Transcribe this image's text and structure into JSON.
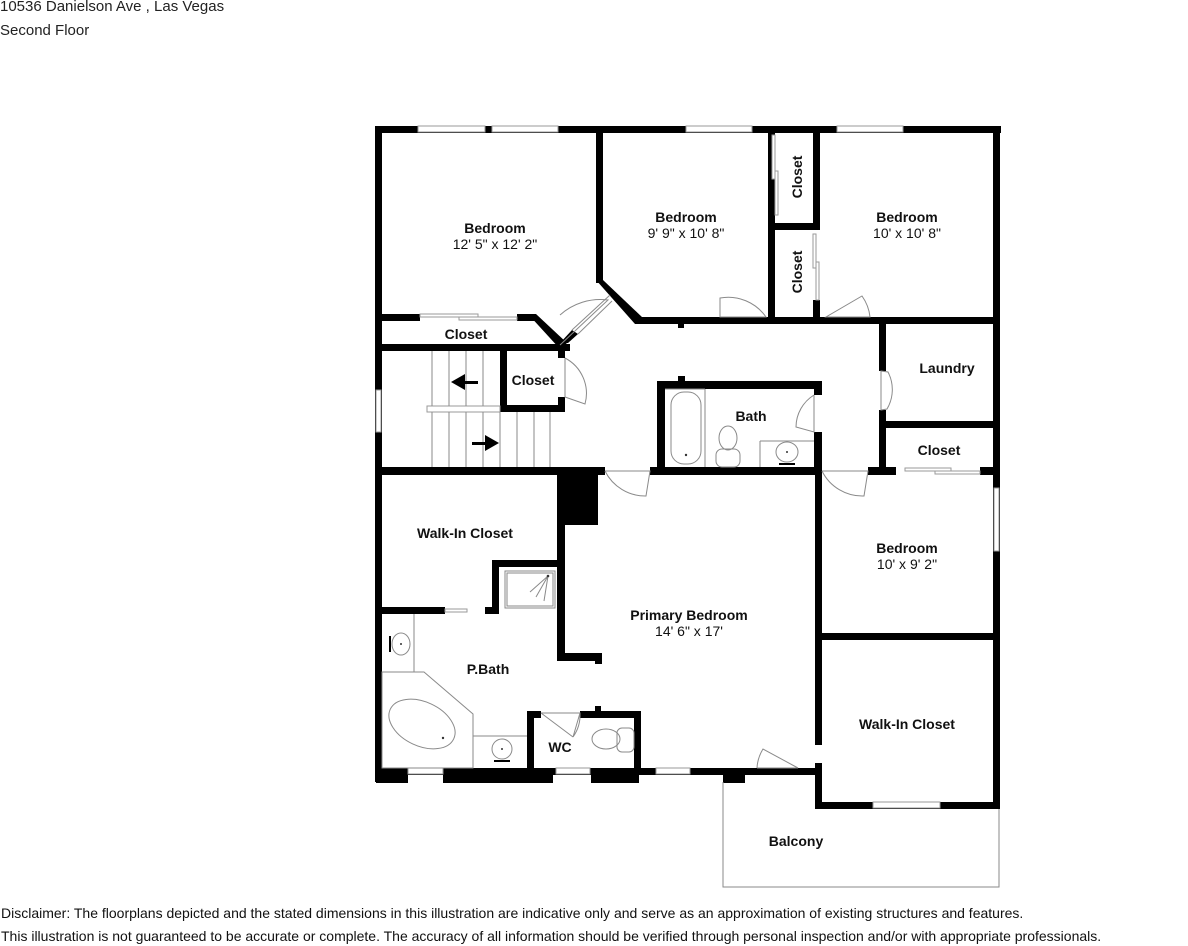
{
  "header": {
    "address": "10536 Danielson Ave , Las Vegas",
    "floor": "Second Floor"
  },
  "rooms": [
    {
      "id": "bedroom-nw",
      "name": "Bedroom",
      "dims": "12' 5\" x 12' 2\""
    },
    {
      "id": "bedroom-n-center",
      "name": "Bedroom",
      "dims": "9' 9\" x 10' 8\""
    },
    {
      "id": "bedroom-ne",
      "name": "Bedroom",
      "dims": "10' x 10' 8\""
    },
    {
      "id": "closet-vertical-upper",
      "name": "Closet"
    },
    {
      "id": "closet-vertical-lower",
      "name": "Closet"
    },
    {
      "id": "closet-hall",
      "name": "Closet"
    },
    {
      "id": "closet-stair",
      "name": "Closet"
    },
    {
      "id": "laundry",
      "name": "Laundry"
    },
    {
      "id": "bath",
      "name": "Bath"
    },
    {
      "id": "closet-east",
      "name": "Closet"
    },
    {
      "id": "walk-in-closet-west",
      "name": "Walk-In Closet"
    },
    {
      "id": "bedroom-east",
      "name": "Bedroom",
      "dims": "10' x 9' 2\""
    },
    {
      "id": "primary-bedroom",
      "name": "Primary Bedroom",
      "dims": "14' 6\" x 17'"
    },
    {
      "id": "primary-bath",
      "name": "P.Bath"
    },
    {
      "id": "wc",
      "name": "WC"
    },
    {
      "id": "walk-in-closet-east",
      "name": "Walk-In Closet"
    },
    {
      "id": "balcony",
      "name": "Balcony"
    }
  ],
  "disclaimer": {
    "line1": "Disclaimer: The floorplans depicted and the stated dimensions in this illustration are indicative only and serve as an approximation of existing structures and features.",
    "line2": "This illustration is not guaranteed to be accurate or complete. The accuracy of all information should be verified through personal inspection and/or with appropriate professionals."
  },
  "colors": {
    "wall": "#000000",
    "background": "#ffffff",
    "fixture_line": "#8a8a8a"
  }
}
